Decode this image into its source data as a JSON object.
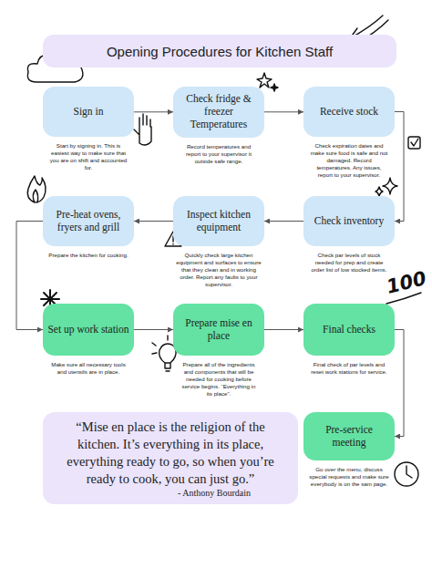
{
  "diagram": {
    "title": "Opening Procedures for Kitchen Staff",
    "nodes": [
      {
        "text": [
          "Sign in",
          "Start by signing in. This is easiest way to make sure that you are on shift and accounted for."
        ]
      },
      {
        "text": [
          "Check fridge & freezer Temperatures",
          "Record temperatures and report to your supervisor it outside safe range."
        ]
      },
      {
        "text": [
          "Receive stock",
          "Check expiration dates and make sure food is safe and not damaged. Record temperatures. Any issues, report to your supervisor."
        ]
      },
      {
        "text": [
          "Pre-heat ovens, fryers and grill",
          "Prepare the kitchen for cooking."
        ]
      },
      {
        "text": [
          "Inspect kitchen equipment",
          "Quickly check large kitchen equipment and surfaces to ensure that they clean and in working order. Report any faults to your supervisor."
        ]
      },
      {
        "text": [
          "Check inventory",
          "Check par levels of stock needed for prep and create order list of low stocked items."
        ]
      },
      {
        "text": [
          "Set up work station",
          "Make sure all necessary tools and utensils are in place."
        ]
      },
      {
        "text": [
          "Prepare mise en place",
          "Prepare all of the ingredients and components that will be needed for cooking before service begins. “Everything in its place”."
        ]
      },
      {
        "text": [
          "Final checks",
          "Final check of par levels and reset work stations for service."
        ]
      },
      {
        "text": [
          "Pre-service meeting",
          "Go over the menu, discuss special requests and make sure everybody is on the sam page."
        ]
      },
      {
        "text": [
          "“Mise en place is the religion of the kitchen. It’s everything in its place, everything ready to go, so when you’re ready to cook, you can just go.”",
          "- Anthony Bourdain"
        ]
      }
    ],
    "edges": [
      {
        "from": 0,
        "to": 1,
        "arrow": "to"
      },
      {
        "from": 1,
        "to": 2,
        "arrow": "to"
      },
      {
        "from": 2,
        "to": 5,
        "arrow": "to"
      },
      {
        "from": 5,
        "to": 4,
        "arrow": "to"
      },
      {
        "from": 4,
        "to": 3,
        "arrow": "to"
      },
      {
        "from": 3,
        "to": 6,
        "arrow": "to"
      },
      {
        "from": 6,
        "to": 7,
        "arrow": "to"
      },
      {
        "from": 7,
        "to": 8,
        "arrow": "to"
      },
      {
        "from": 8,
        "to": 9,
        "arrow": "to"
      }
    ],
    "labels": [
      "100"
    ]
  }
}
